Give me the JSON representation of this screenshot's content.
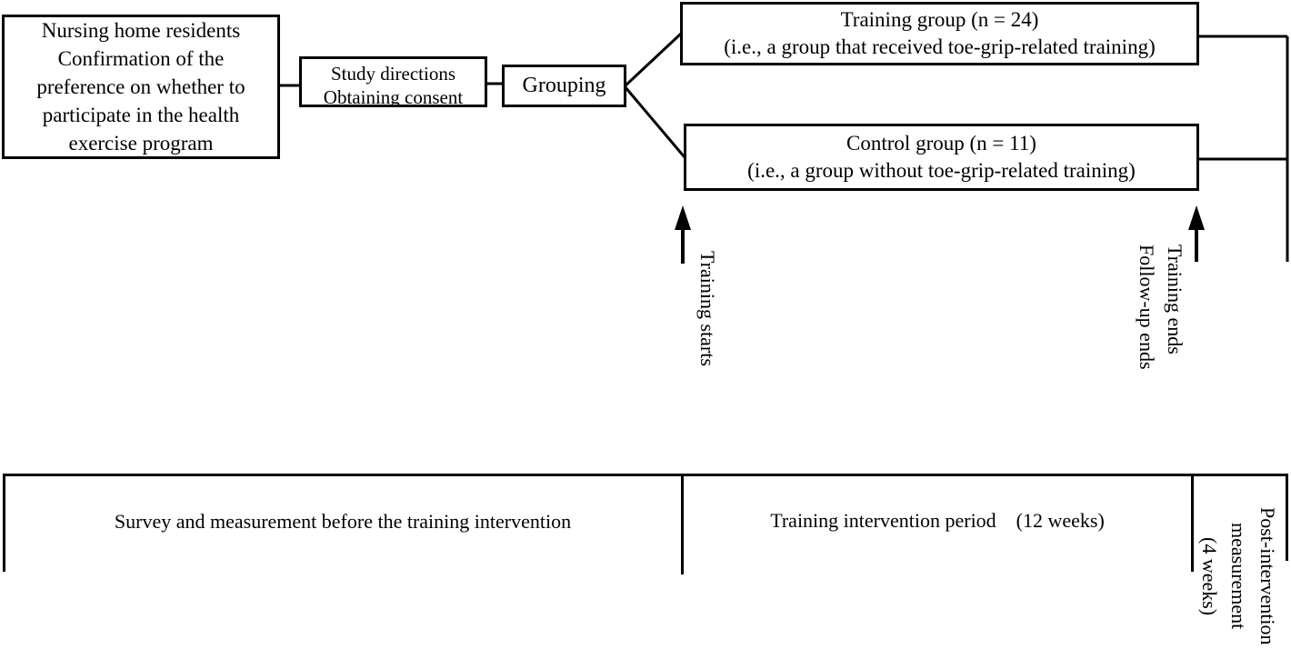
{
  "figure": {
    "colors": {
      "line": "#000000",
      "background": "#ffffff"
    },
    "flowchart": {
      "residents_box": "Nursing home residents\nConfirmation of the\npreference on whether to\nparticipate in the health\nexercise program",
      "directions_box": "Study directions\nObtaining consent",
      "grouping_box": "Grouping",
      "training_box": "Training group (n = 24)\n(i.e., a group that received toe-grip-related training)",
      "control_box": "Control group (n = 11)\n(i.e., a group without toe-grip-related training)"
    },
    "arrow_labels": {
      "training_starts": "Training starts",
      "training_ends": "Training ends\nFollow-up ends"
    },
    "timeline": {
      "sections": [
        {
          "label": "Survey and measurement before the training intervention"
        },
        {
          "label": "Training intervention period    (12 weeks)"
        },
        {
          "label": "Post-intervention\nmeasurement\n(4 weeks)",
          "rotated": true
        }
      ]
    }
  }
}
